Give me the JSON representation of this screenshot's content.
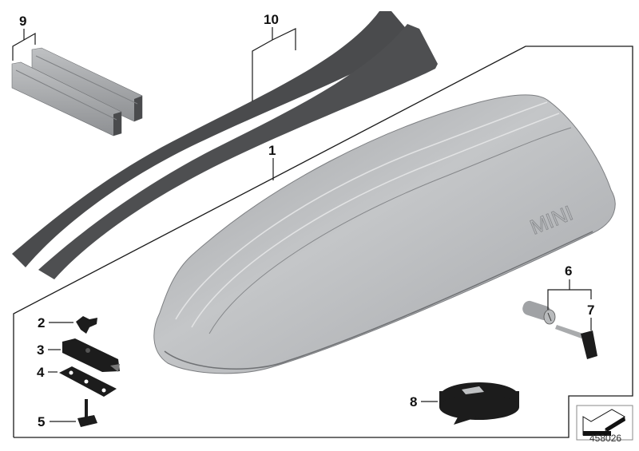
{
  "diagram": {
    "type": "parts-exploded-view",
    "subject": "Roof box with mounting parts",
    "diagram_number": "458026",
    "brand_mark": "MINI",
    "colors": {
      "line": "#1a1a1a",
      "box_light": "#c9cbcd",
      "box_mid": "#a9abae",
      "box_dark": "#8b8d90",
      "strip_dark": "#4a4b4d",
      "rail_gray": "#a7a9ab",
      "black_part": "#1c1c1c"
    }
  },
  "callouts": [
    {
      "number": "1",
      "part": "roof box"
    },
    {
      "number": "2",
      "part": "star knob"
    },
    {
      "number": "3",
      "part": "mounting clamp"
    },
    {
      "number": "4",
      "part": "base plate"
    },
    {
      "number": "5",
      "part": "T-bolt"
    },
    {
      "number": "6",
      "part": "lock cylinder"
    },
    {
      "number": "7",
      "part": "key"
    },
    {
      "number": "8",
      "part": "tension strap"
    },
    {
      "number": "9",
      "part": "aluminium rail profiles"
    },
    {
      "number": "10",
      "part": "dark trim strips"
    }
  ],
  "legend_icon": {
    "name": "arrow-pointer-icon",
    "label": "458026"
  }
}
